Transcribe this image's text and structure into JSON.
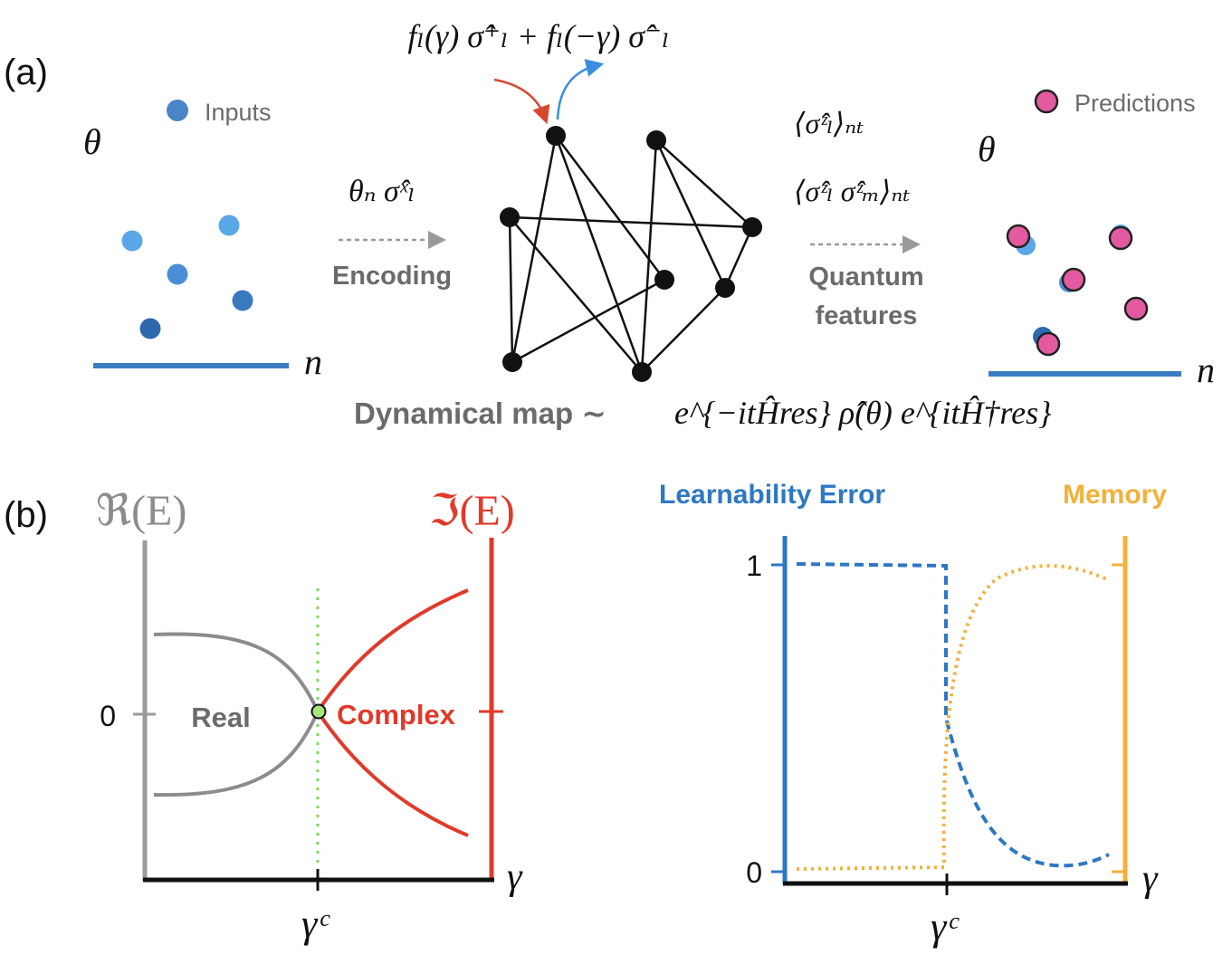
{
  "panel_a": {
    "label": "(a)",
    "inputs_legend": "Inputs",
    "predictions_legend": "Predictions",
    "axis_theta": "θ",
    "axis_n": "n",
    "encoding_label": "Encoding",
    "encoding_math": "θₙ σ̂ˣₗ",
    "quantum_features_label_1": "Quantum",
    "quantum_features_label_2": "features",
    "feature_1": "⟨σ̂ᶻₗ⟩ₙₜ",
    "feature_2": "⟨σ̂ᶻₗ σ̂ᶻₘ⟩ₙₜ",
    "dissipation_term": "fₗ(γ) σ̂⁺ₗ + fₗ(−γ) σ̂⁻ₗ",
    "dynamical_map_label": "Dynamical map ∼",
    "dynamical_map_math": "e^{−itĤres} ρ̂(θ) e^{itĤ†res}",
    "colors": {
      "input": "#4a90d9",
      "prediction": "#e35aa0",
      "arrow_in": "#d9472f",
      "arrow_out": "#3a8ee0",
      "gray": "#6b6b6b"
    }
  },
  "panel_b": {
    "label": "(b)",
    "left": {
      "real_axis_label": "ℜ(E)",
      "imag_axis_label": "ℑ(E)",
      "zero_tick": "0",
      "real_region": "Real",
      "complex_region": "Complex",
      "x_axis": "γ",
      "critical": "γᶜ",
      "colors": {
        "real": "#8c8c8c",
        "imag": "#e03a2a",
        "critical_line": "#7ed957"
      }
    },
    "right": {
      "left_title": "Learnability Error",
      "right_title": "Memory",
      "tick_1": "1",
      "tick_0": "0",
      "x_axis": "γ",
      "critical": "γᶜ",
      "colors": {
        "error": "#2e78c2",
        "memory": "#f2b13a"
      }
    }
  }
}
